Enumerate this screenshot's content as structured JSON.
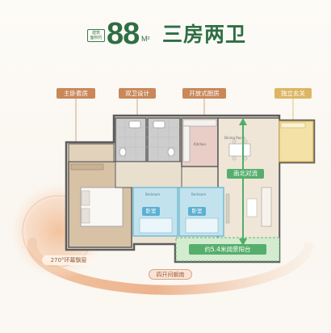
{
  "header": {
    "area_label_line1": "建筑",
    "area_label_line2": "面积约",
    "area_value": "88",
    "area_unit": "M²",
    "layout_title": "三房两卫"
  },
  "feature_tags": {
    "master_suite": "主卧套房",
    "double_bath": "双卫设计",
    "open_kitchen": "开放式厨房",
    "independent_entrance": "独立玄关"
  },
  "plan_labels": {
    "bedroom_1": "卧室",
    "bedroom_2": "卧室",
    "north_south_ventilation": "南北对流",
    "balcony": "约5.4米阔景阳台",
    "bay_window": "270°环幕飘窗",
    "four_bays_south": "四开间朝南"
  },
  "room_names": {
    "kitchen": "Kitchen",
    "dining": "Dining Room",
    "bedroom_1": "Bedroom",
    "bedroom_2": "Bedroom"
  },
  "colors": {
    "brand_green": "#2f6e44",
    "tag_orange": "#c9875a",
    "tag_gold": "#dcb664",
    "bedroom_blue": "#c2e3ee",
    "ventilation_green": "#56ae6c",
    "balcony_green": "#d3ebcf"
  }
}
